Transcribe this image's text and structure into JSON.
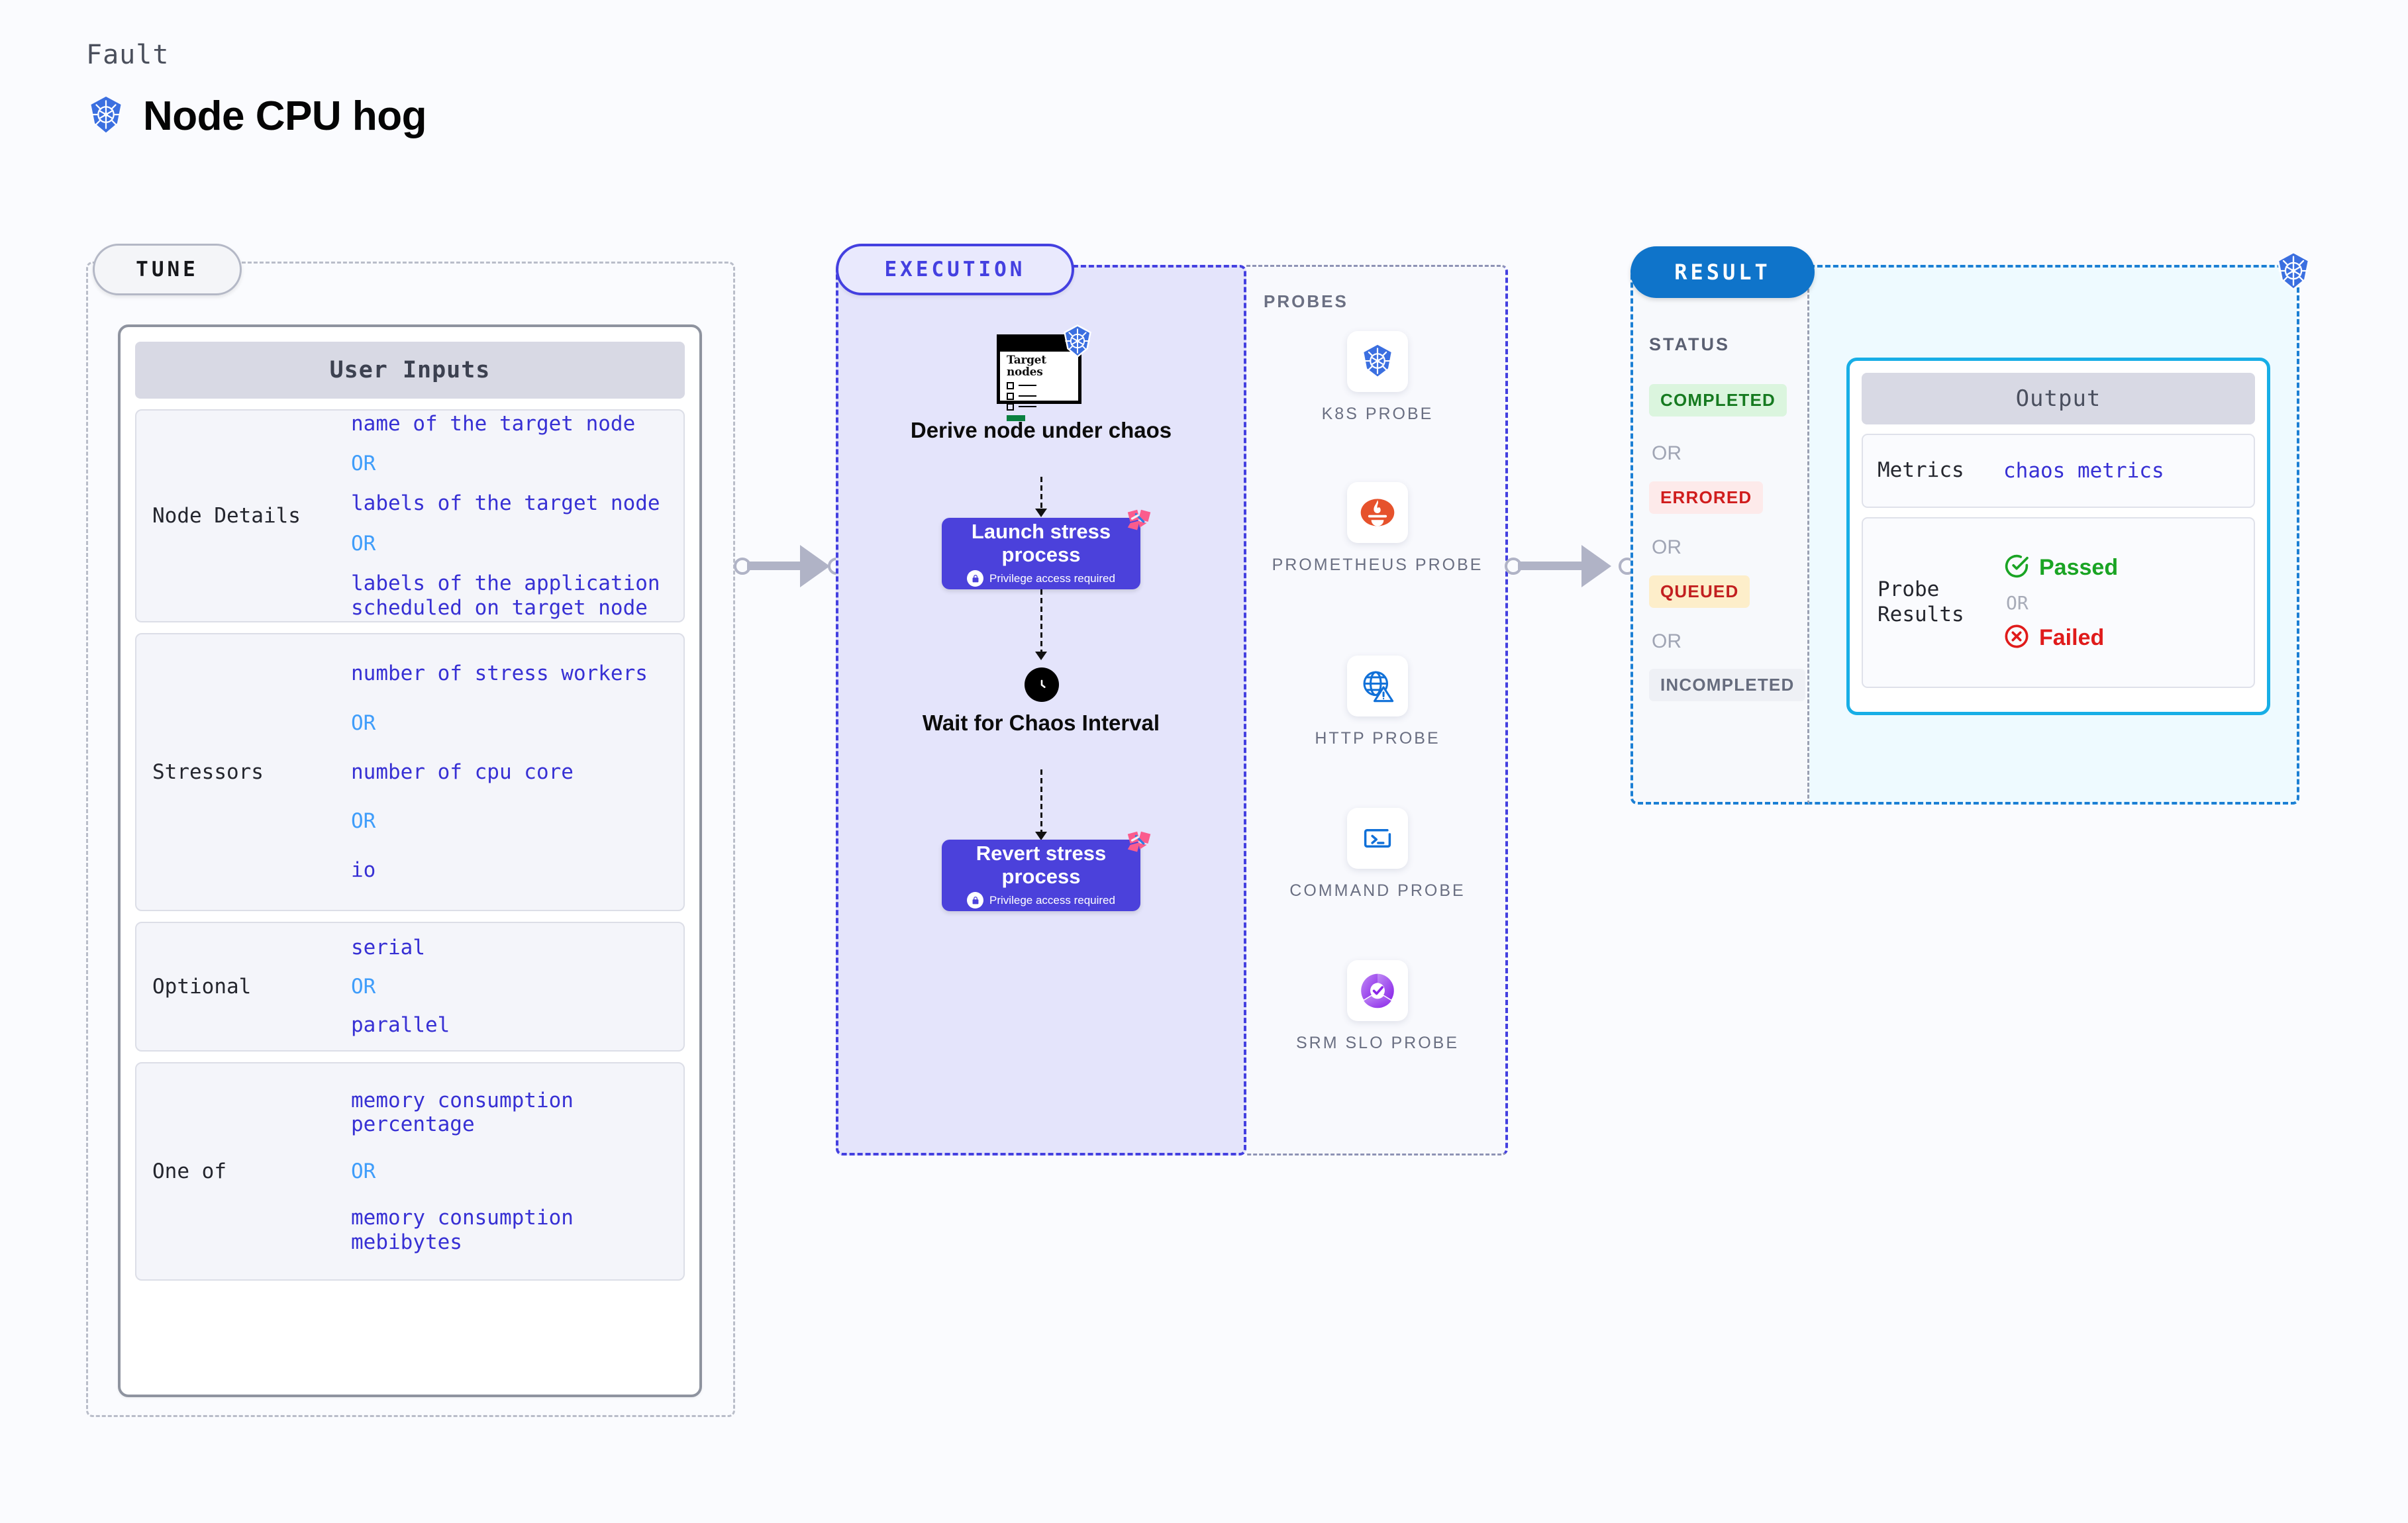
{
  "header": {
    "kicker": "Fault",
    "title": "Node CPU hog",
    "icon": "kubernetes-icon"
  },
  "tune": {
    "badge": "TUNE",
    "card_title": "User Inputs",
    "rows": [
      {
        "key": "Node Details",
        "values": [
          "name of the target node",
          "labels of the target node",
          "labels of the application\n scheduled on target node"
        ],
        "separator": "OR"
      },
      {
        "key": "Stressors",
        "values": [
          "number of stress workers",
          "number of cpu core",
          "io"
        ],
        "separator": "OR"
      },
      {
        "key": "Optional",
        "values": [
          "serial",
          "parallel"
        ],
        "separator": "OR"
      },
      {
        "key": "One of",
        "values": [
          "memory consumption percentage",
          "memory consumption mebibytes"
        ],
        "separator": "OR"
      }
    ]
  },
  "execution": {
    "badge": "EXECUTION",
    "steps": [
      {
        "label": "Derive node under chaos",
        "icon": "target-nodes-window-icon",
        "window_heading": "Target nodes"
      },
      {
        "label": "Launch stress process",
        "sub": "Privilege access required",
        "icon": "lock-icon",
        "corner": "litmus-chaos-icon"
      },
      {
        "label": "Wait for Chaos Interval",
        "icon": "clock-icon"
      },
      {
        "label": "Revert stress process",
        "sub": "Privilege access required",
        "icon": "lock-icon",
        "corner": "litmus-chaos-icon"
      }
    ]
  },
  "probes": {
    "title": "PROBES",
    "items": [
      {
        "label": "K8S PROBE",
        "icon": "kubernetes-icon"
      },
      {
        "label": "PROMETHEUS PROBE",
        "icon": "prometheus-icon"
      },
      {
        "label": "HTTP PROBE",
        "icon": "globe-warning-icon"
      },
      {
        "label": "COMMAND PROBE",
        "icon": "terminal-icon"
      },
      {
        "label": "SRM SLO PROBE",
        "icon": "srm-slo-icon"
      }
    ]
  },
  "result": {
    "badge": "RESULT",
    "status_label": "STATUS",
    "separator": "OR",
    "statuses": [
      {
        "text": "COMPLETED",
        "color": "#167a20",
        "bg": "#dbf5de"
      },
      {
        "text": "ERRORED",
        "color": "#d01d1d",
        "bg": "#fdeaea"
      },
      {
        "text": "QUEUED",
        "color": "#c22020",
        "bg": "#fdeeca"
      },
      {
        "text": "INCOMPLETED",
        "color": "#666c7e",
        "bg": "#eef0f5"
      }
    ],
    "output": {
      "title": "Output",
      "metrics_key": "Metrics",
      "metrics_value": "chaos metrics",
      "probe_results_key": "Probe Results",
      "passed": "Passed",
      "failed": "Failed",
      "separator": "OR",
      "passed_color": "#1aa424",
      "failed_color": "#e01b1b"
    }
  },
  "colors": {
    "accent_execution": "#4440e0",
    "accent_result": "#1b7fd4",
    "accent_output": "#17aee6",
    "page_bg": "#fafbfe",
    "node_purple": "#4b41db",
    "kubernetes_blue": "#3b6fe0",
    "litmus_pink": "#fb5c8d"
  }
}
